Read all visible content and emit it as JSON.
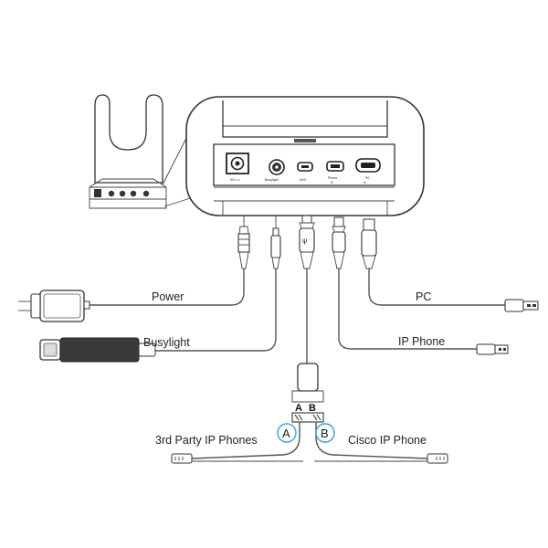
{
  "labels": {
    "power": "Power",
    "busylight": "Busylight",
    "pc": "PC",
    "ip_phone": "IP Phone",
    "third_party": "3rd Party IP Phones",
    "cisco": "Cisco IP Phone",
    "a": "A",
    "b": "B",
    "circle_a": "A",
    "circle_b": "B"
  },
  "ports": {
    "dc": "5V===",
    "busylight": "Busylight",
    "aux": "AUX",
    "phone": "Phone",
    "pc": "PC"
  },
  "colors": {
    "line": "#333333",
    "accent": "#2aa3df",
    "busylight_body": "#3a3a3a"
  }
}
